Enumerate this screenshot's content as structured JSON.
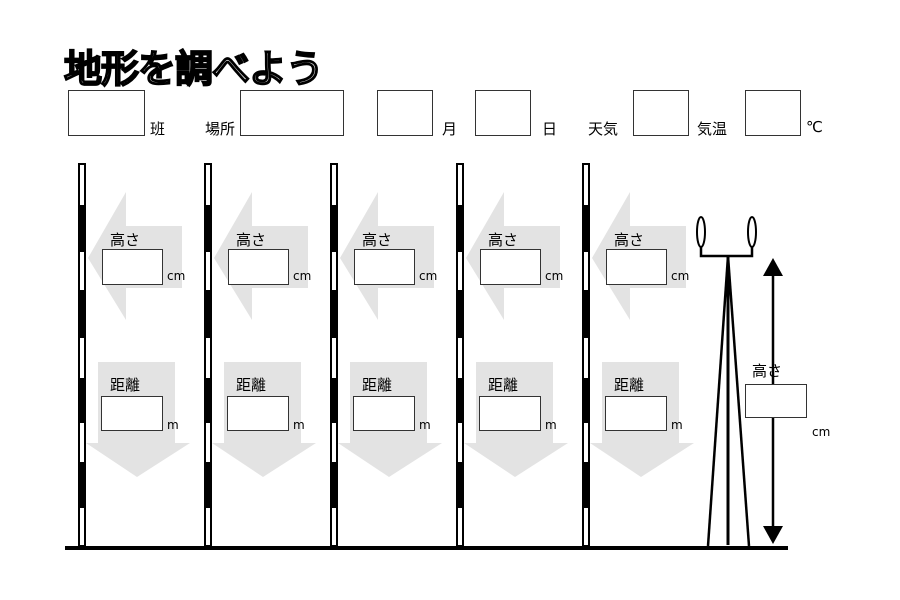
{
  "title": "地形を調べよう",
  "header": {
    "group_unit": "班",
    "place_label": "場所",
    "month_unit": "月",
    "day_unit": "日",
    "weather_label": "天気",
    "temperature_label": "気温",
    "temperature_unit": "℃"
  },
  "stations": [
    {
      "height_label": "高さ",
      "height_unit": "cm",
      "distance_label": "距離",
      "distance_unit": "m"
    },
    {
      "height_label": "高さ",
      "height_unit": "cm",
      "distance_label": "距離",
      "distance_unit": "m"
    },
    {
      "height_label": "高さ",
      "height_unit": "cm",
      "distance_label": "距離",
      "distance_unit": "m"
    },
    {
      "height_label": "高さ",
      "height_unit": "cm",
      "distance_label": "距離",
      "distance_unit": "m"
    },
    {
      "height_label": "高さ",
      "height_unit": "cm",
      "distance_label": "距離",
      "distance_unit": "m"
    }
  ],
  "instrument": {
    "height_label": "高さ",
    "height_unit": "cm"
  },
  "colors": {
    "arrow": "#e3e3e3",
    "ink": "#000000"
  }
}
